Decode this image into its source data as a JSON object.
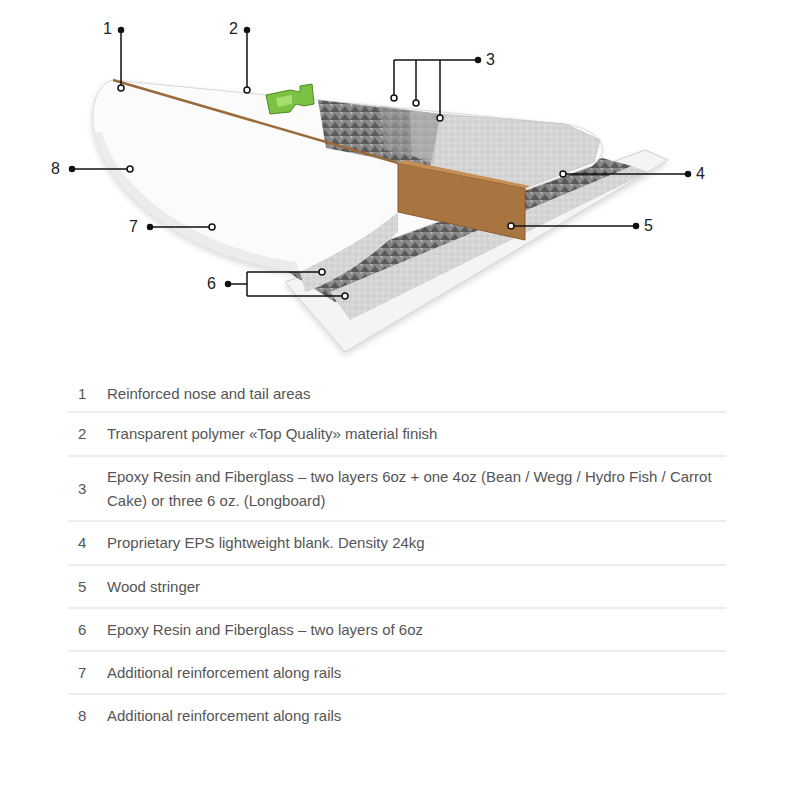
{
  "diagram": {
    "labels": [
      "1",
      "2",
      "3",
      "4",
      "5",
      "6",
      "7",
      "8",
      "1",
      "Reinforced nose and tail areas",
      "2",
      "Transparent polymer «Top Quality» material finish",
      "3",
      "Epoxy Resin and Fiberglass – two layers 6oz + one 4oz (Bean / Wegg / Hydro Fish / Carrot Cake) or three 6 oz. (Longboard)",
      "4",
      "Proprietary EPS lightweight blank. Density 24kg",
      "5",
      "Wood stringer",
      "6",
      "Epoxy Resin and Fiberglass – two layers of 6oz",
      "7",
      "Additional reinforcement along rails",
      "8",
      "Additional reinforcement along rails"
    ]
  }
}
